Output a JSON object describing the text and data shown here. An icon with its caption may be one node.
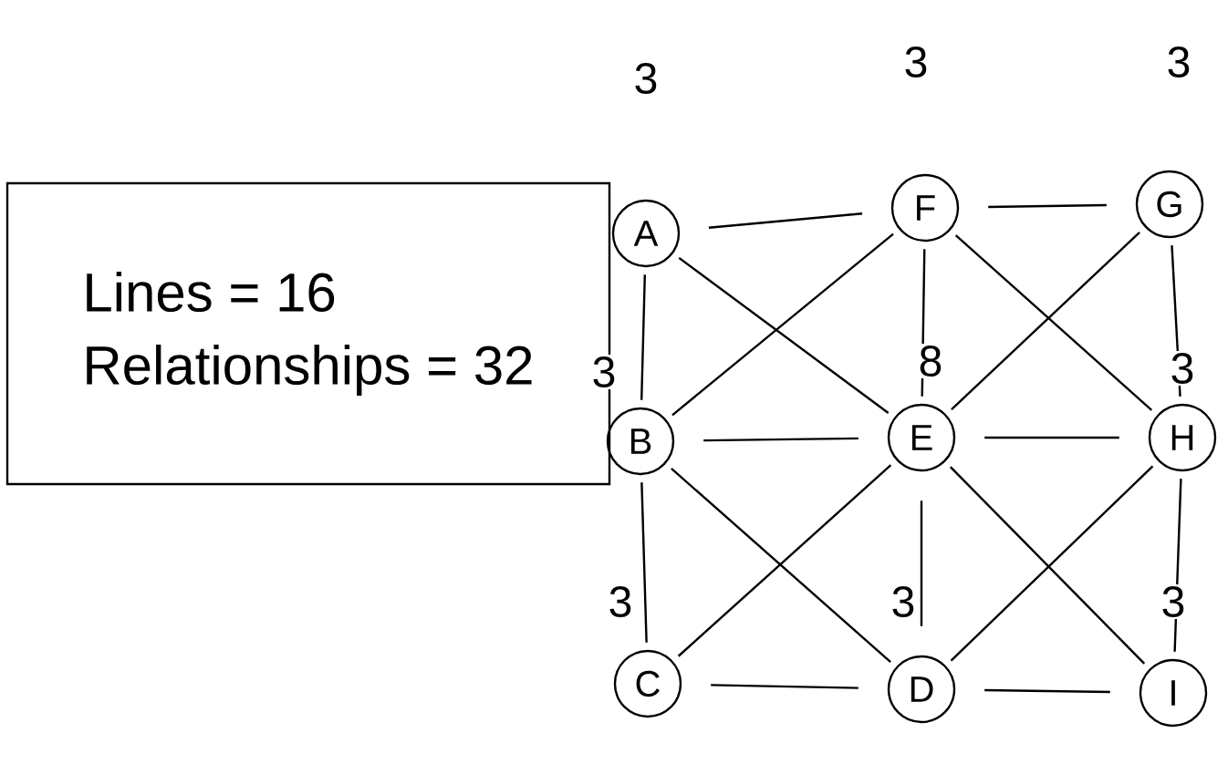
{
  "diagram": {
    "nodes": [
      {
        "text": [
          "Lines = 16",
          "Relationships = 32"
        ]
      },
      {
        "text": [
          "A"
        ],
        "beside": [
          "3"
        ]
      },
      {
        "text": [
          "F"
        ],
        "beside": [
          "3"
        ]
      },
      {
        "text": [
          "G"
        ],
        "beside": [
          "3"
        ]
      },
      {
        "text": [
          "B"
        ],
        "beside": [
          "3"
        ]
      },
      {
        "text": [
          "E"
        ],
        "beside": [
          "8"
        ]
      },
      {
        "text": [
          "H"
        ],
        "beside": [
          "3"
        ]
      },
      {
        "text": [
          "C"
        ],
        "beside": [
          "3"
        ]
      },
      {
        "text": [
          "D"
        ],
        "beside": [
          "3"
        ]
      },
      {
        "text": [
          "I"
        ],
        "beside": [
          "3"
        ]
      }
    ],
    "edges": [
      {
        "from": 1,
        "to": 2,
        "arrow": "none"
      },
      {
        "from": 2,
        "to": 3,
        "arrow": "none"
      },
      {
        "from": 1,
        "to": 4,
        "arrow": "none"
      },
      {
        "from": 1,
        "to": 5,
        "arrow": "none"
      },
      {
        "from": 2,
        "to": 4,
        "arrow": "none"
      },
      {
        "from": 2,
        "to": 5,
        "arrow": "none"
      },
      {
        "from": 2,
        "to": 6,
        "arrow": "none"
      },
      {
        "from": 3,
        "to": 5,
        "arrow": "none"
      },
      {
        "from": 3,
        "to": 6,
        "arrow": "none"
      },
      {
        "from": 4,
        "to": 5,
        "arrow": "none"
      },
      {
        "from": 5,
        "to": 6,
        "arrow": "none"
      },
      {
        "from": 4,
        "to": 7,
        "arrow": "none"
      },
      {
        "from": 4,
        "to": 8,
        "arrow": "none"
      },
      {
        "from": 5,
        "to": 7,
        "arrow": "none"
      },
      {
        "from": 5,
        "to": 8,
        "arrow": "none"
      },
      {
        "from": 5,
        "to": 9,
        "arrow": "none"
      },
      {
        "from": 6,
        "to": 8,
        "arrow": "none"
      },
      {
        "from": 6,
        "to": 9,
        "arrow": "none"
      },
      {
        "from": 7,
        "to": 8,
        "arrow": "none"
      },
      {
        "from": 8,
        "to": 9,
        "arrow": "none"
      }
    ]
  }
}
